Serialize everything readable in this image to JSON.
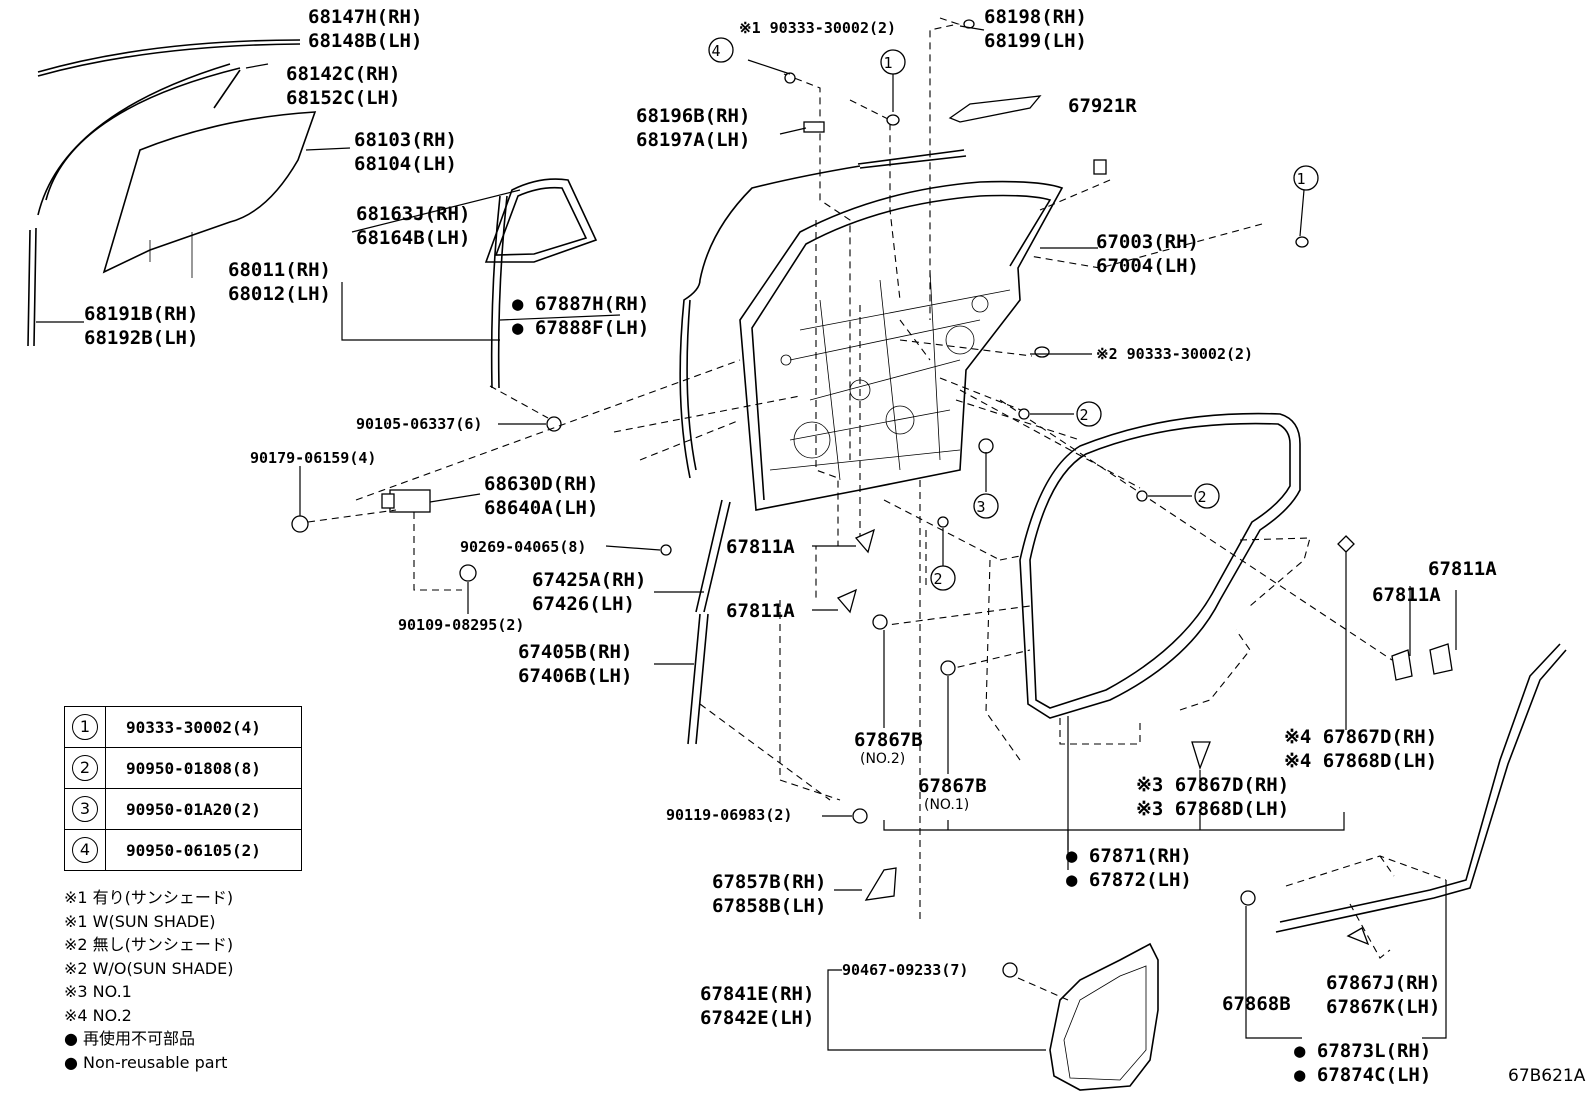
{
  "labels": {
    "p68147H": "68147H(RH)",
    "p68148B": "68148B(LH)",
    "p68142C": "68142C(RH)",
    "p68152C": "68152C(LH)",
    "p68103": "68103(RH)",
    "p68104": "68104(LH)",
    "p68163J": "68163J(RH)",
    "p68164B": "68164B(LH)",
    "p68011": "68011(RH)",
    "p68012": "68012(LH)",
    "p68191B": "68191B(RH)",
    "p68192B": "68192B(LH)",
    "p67887H": "● 67887H(RH)",
    "p67888F": "● 67888F(LH)",
    "p90105": "90105-06337(6)",
    "p90179": "90179-06159(4)",
    "p68630D": "68630D(RH)",
    "p68640A": "68640A(LH)",
    "p90269": "90269-04065(8)",
    "p67425A": "67425A(RH)",
    "p67426": "67426(LH)",
    "p90109": "90109-08295(2)",
    "p67405B": "67405B(RH)",
    "p67406B": "67406B(LH)",
    "p90333a": "※1 90333-30002(2)",
    "c4": "4",
    "c1a": "1",
    "p68196B": "68196B(RH)",
    "p68197A": "68197A(LH)",
    "p68198": "68198(RH)",
    "p68199": "68199(LH)",
    "p67921R": "67921R",
    "c1b": "1",
    "p67003": "67003(RH)",
    "p67004": "67004(LH)",
    "p90333b": "※2 90333-30002(2)",
    "c2a": "2",
    "c3": "3",
    "c2b": "2",
    "c2c": "2",
    "p67811A_1": "67811A",
    "p67811A_2": "67811A",
    "p67811A_3": "67811A",
    "p67811A_4": "67811A",
    "p67867B_a": "67867B",
    "no2": "(NO.2)",
    "p67867B_b": "67867B",
    "no1": "(NO.1)",
    "p67867D4": "※4 67867D(RH)",
    "p67868D4": "※4 67868D(LH)",
    "p67867D3": "※3 67867D(RH)",
    "p67868D3": "※3 67868D(LH)",
    "p90119": "90119-06983(2)",
    "p67871": "● 67871(RH)",
    "p67872": "● 67872(LH)",
    "p67857B": "67857B(RH)",
    "p67858B": "67858B(LH)",
    "p90467": "90467-09233(7)",
    "p67841E": "67841E(RH)",
    "p67842E": "67842E(LH)",
    "p67868B": "67868B",
    "p67867J": "67867J(RH)",
    "p67867K": "67867K(LH)",
    "p67873L": "● 67873L(RH)",
    "p67874C": "● 67874C(LH)"
  },
  "legend": [
    {
      "n": "1",
      "part": "90333-30002(4)"
    },
    {
      "n": "2",
      "part": "90950-01808(8)"
    },
    {
      "n": "3",
      "part": "90950-01A20(2)"
    },
    {
      "n": "4",
      "part": "90950-06105(2)"
    }
  ],
  "notes": [
    "※1 有り(サンシェード)",
    "※1 W(SUN SHADE)",
    "※2 無し(サンシェード)",
    "※2 W/O(SUN SHADE)",
    "※3 NO.1",
    "※4 NO.2",
    "● 再使用不可部品",
    "● Non-reusable part"
  ],
  "image_code": "67B621A"
}
